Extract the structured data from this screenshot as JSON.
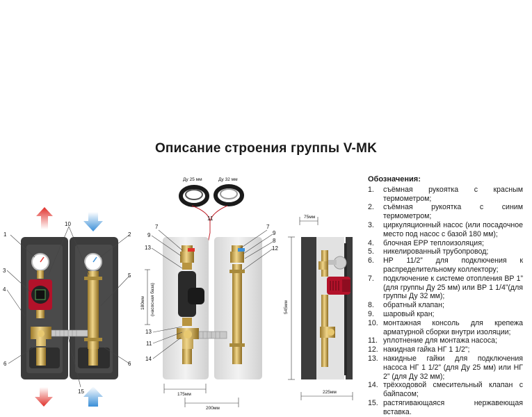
{
  "title": "Описание строения группы V-MK",
  "legend": {
    "heading": "Обозначения:",
    "items": [
      {
        "num": "1.",
        "text": "съёмная рукоятка с красным термометром;"
      },
      {
        "num": "2.",
        "text": "съёмная рукоятка с синим термометром;"
      },
      {
        "num": "3.",
        "text": "циркуляционный насос (или посадочное место под насос с базой 180 мм);"
      },
      {
        "num": "4.",
        "text": "блочная EPP теплоизоляция;"
      },
      {
        "num": "5.",
        "text": "никелированный трубопровод;"
      },
      {
        "num": "6.",
        "text": "НР 11/2” для подключения к распределительному коллектору;"
      },
      {
        "num": "7.",
        "text": "подключение к системе отопления ВР 1” (для группы Ду 25 мм) или ВР 1 1/4”(для группы Ду 32 мм);"
      },
      {
        "num": "8.",
        "text": "обратный клапан;"
      },
      {
        "num": "9.",
        "text": "шаровый кран;"
      },
      {
        "num": "10.",
        "text": "монтажная консоль для крепежа арматурной сборки внутри изоляции;"
      },
      {
        "num": "11.",
        "text": "уплотнение для монтажа насоса;"
      },
      {
        "num": "12.",
        "text": "накидная гайка НГ 1 1/2”;"
      },
      {
        "num": "13.",
        "text": "накидные гайки для подключения насоса НГ 1 1/2” (для Ду 25 мм) или НГ 2” (для Ду 32 мм);"
      },
      {
        "num": "14.",
        "text": "трёхходовой смесительный клапан с байпасом;"
      },
      {
        "num": "15.",
        "text": "растягивающаяся нержавеющая вставка."
      }
    ]
  },
  "seals": {
    "du25": "Ду 25 мм",
    "du32": "Ду 32 мм"
  },
  "callouts_left": {
    "c1": "1",
    "c2": "2",
    "c3": "3",
    "c4": "4",
    "c5": "5",
    "c6a": "6",
    "c6b": "6",
    "c10": "10",
    "c15": "15"
  },
  "callouts_mid": {
    "c7a": "7",
    "c7b": "7",
    "c9a": "9",
    "c9b": "9",
    "c8": "8",
    "c12": "12",
    "c13a": "13",
    "c13b": "13",
    "c11a": "11",
    "c11b": "11",
    "c14": "14"
  },
  "dims": {
    "base": "180мм",
    "base_note": "(насосная база)",
    "w175": "175мм",
    "w200": "200мм",
    "d75": "75мм",
    "h545": "545мм",
    "d225": "225мм"
  },
  "colors": {
    "hot": "#e0302a",
    "cold": "#3a8fd8",
    "insulation": "#3c3c3c",
    "brass": "#c9a44a",
    "pump": "#b3122a",
    "panel": "#e6e6e6"
  }
}
